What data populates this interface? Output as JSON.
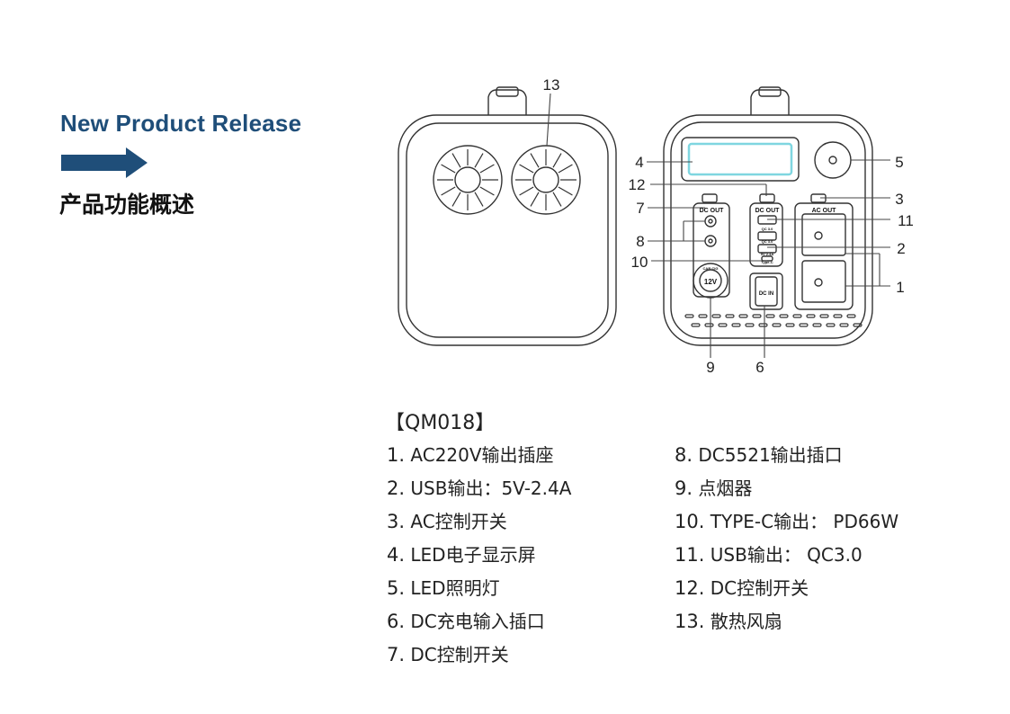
{
  "header": {
    "title": "New Product Release",
    "subtitle": "产品功能概述",
    "accent_color": "#1f4e79",
    "arrow_icon": "right-arrow-icon"
  },
  "diagram": {
    "callouts": [
      "1",
      "2",
      "3",
      "4",
      "5",
      "6",
      "7",
      "8",
      "9",
      "10",
      "11",
      "12",
      "13"
    ],
    "panel_labels": {
      "dc_out_left": "DC OUT",
      "dc_out_mid": "DC OUT",
      "ac_out": "AC OUT",
      "dc_in": "DC IN",
      "car_socket": "12V",
      "car_socket_top": "CAR CIG",
      "qc1": "QC 3.0",
      "qc2": "QC 3.0",
      "usb": "5V 2.4A",
      "typec": "Type-C"
    }
  },
  "spec": {
    "model": "【QM018】",
    "left": [
      {
        "num": "1.",
        "text": "AC220V输出插座"
      },
      {
        "num": "2.",
        "text": "USB输出：5V-2.4A"
      },
      {
        "num": "3.",
        "text": "AC控制开关"
      },
      {
        "num": "4.",
        "text": "LED电子显示屏"
      },
      {
        "num": "5.",
        "text": "LED照明灯"
      },
      {
        "num": "6.",
        "text": "DC充电输入插口"
      },
      {
        "num": "7.",
        "text": "DC控制开关"
      }
    ],
    "right": [
      {
        "num": "8.",
        "text": "DC5521输出插口"
      },
      {
        "num": "9.",
        "text": "点烟器"
      },
      {
        "num": "10.",
        "text": "TYPE-C输出： PD66W"
      },
      {
        "num": "11.",
        "text": "USB输出： QC3.0"
      },
      {
        "num": "12.",
        "text": "DC控制开关"
      },
      {
        "num": "13.",
        "text": "散热风扇"
      }
    ]
  }
}
